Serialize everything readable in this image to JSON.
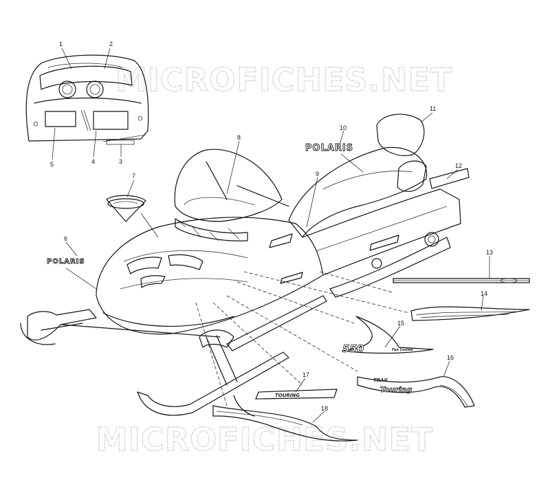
{
  "watermark": {
    "text": "MICROFICHES.NET"
  },
  "decals": {
    "polaris_10": "POLARIS",
    "polaris_6": "POLARIS",
    "model_15": "550",
    "model_15_sub": "Fan Cooled",
    "trim_16_line1": "TRAIL",
    "trim_16_line2": "Touring",
    "stripe_17": "TOURING"
  },
  "callouts": [
    {
      "id": "1",
      "label": "1"
    },
    {
      "id": "2",
      "label": "2"
    },
    {
      "id": "3",
      "label": "3"
    },
    {
      "id": "4",
      "label": "4"
    },
    {
      "id": "5",
      "label": "5"
    },
    {
      "id": "6",
      "label": "6"
    },
    {
      "id": "7",
      "label": "7"
    },
    {
      "id": "8",
      "label": "8"
    },
    {
      "id": "9",
      "label": "9"
    },
    {
      "id": "10",
      "label": "10"
    },
    {
      "id": "11",
      "label": "11"
    },
    {
      "id": "12",
      "label": "12"
    },
    {
      "id": "13",
      "label": "13"
    },
    {
      "id": "14",
      "label": "14"
    },
    {
      "id": "15",
      "label": "15"
    },
    {
      "id": "16",
      "label": "16"
    },
    {
      "id": "17",
      "label": "17"
    },
    {
      "id": "18",
      "label": "18"
    }
  ]
}
